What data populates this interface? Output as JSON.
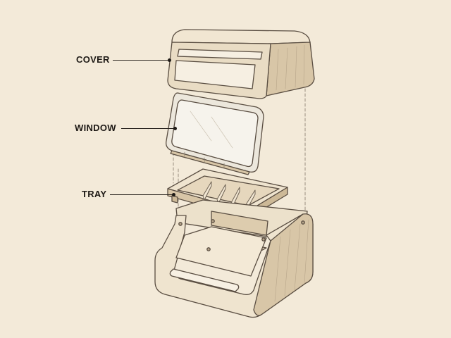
{
  "callouts": {
    "cover": "COVER",
    "window": "WINDOW",
    "tray": "TRAY"
  },
  "colors": {
    "paper": "#f3ead9",
    "ink": "#5a4e42",
    "face_light": "#f1e6d2",
    "face_mid": "#e6d7bd",
    "face_dark": "#d8c6a7",
    "glass": "#ece7dc"
  }
}
